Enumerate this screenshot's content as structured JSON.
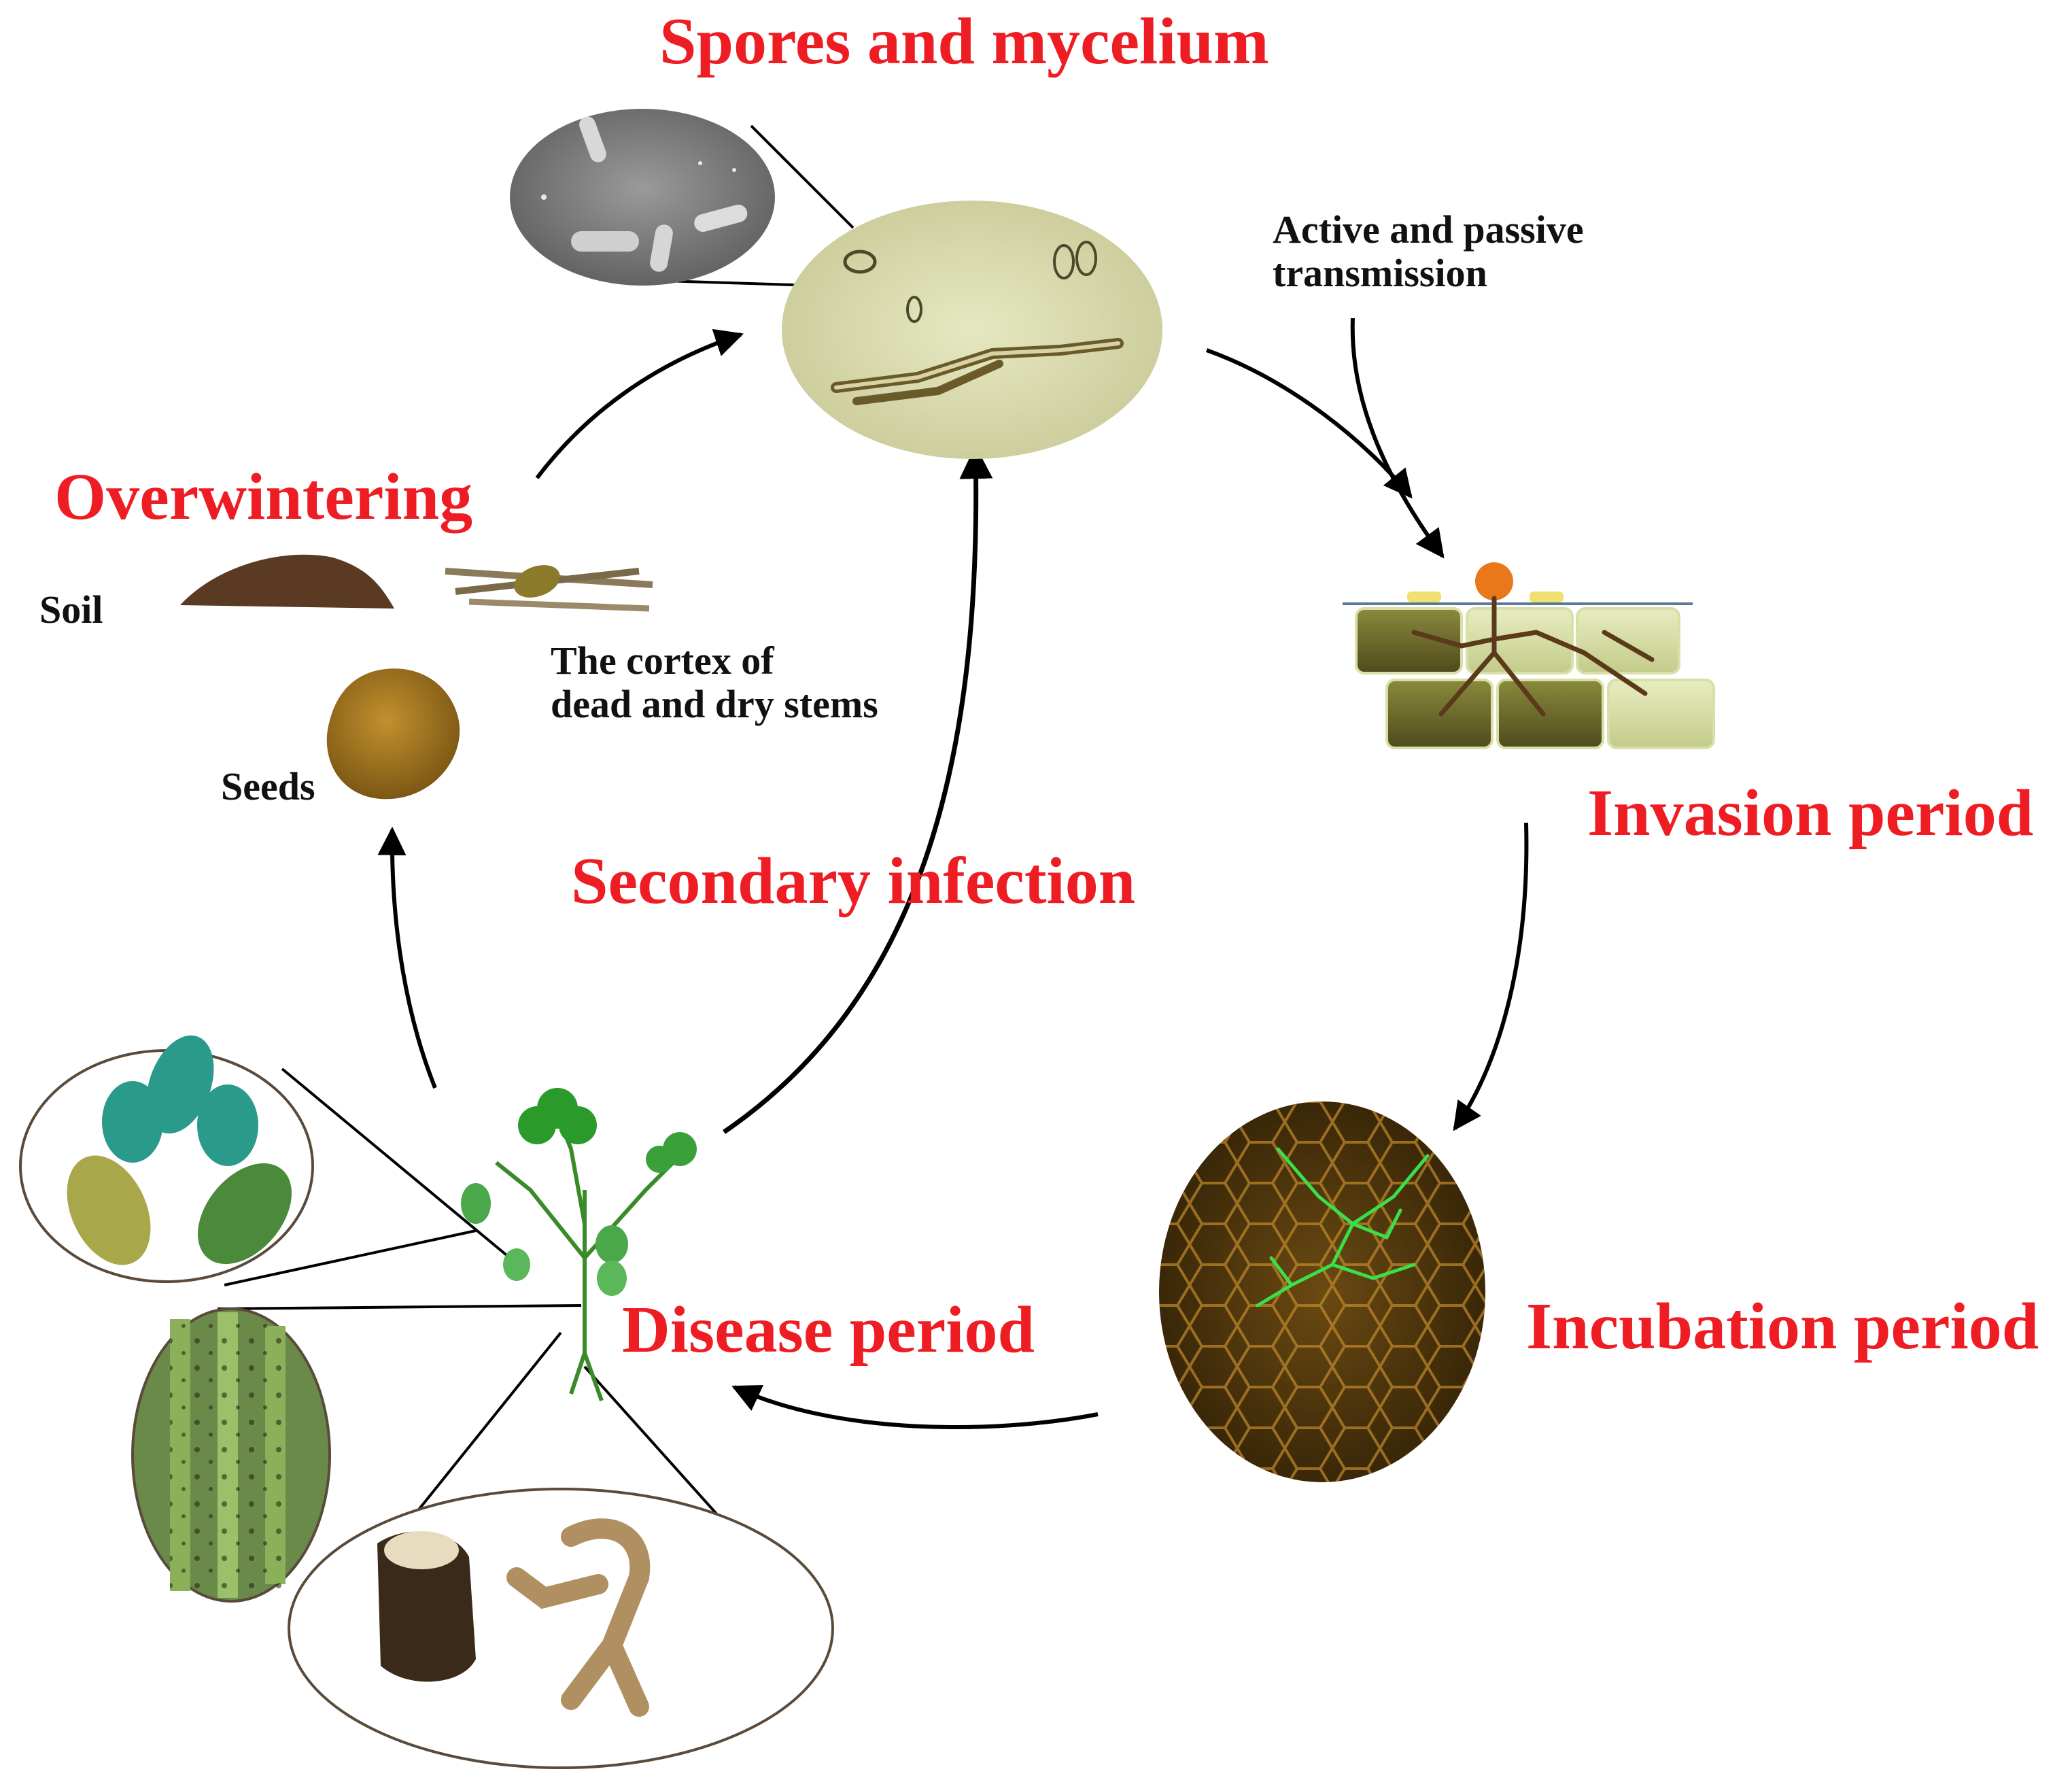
{
  "stages": {
    "spores": "Spores and mycelium",
    "overwintering": "Overwintering",
    "invasion": "Invasion period",
    "incubation": "Incubation period",
    "disease": "Disease period",
    "secondary": "Secondary infection"
  },
  "transmission": {
    "line1": "Active and passive",
    "line2": "transmission"
  },
  "sources": {
    "soil": "Soil",
    "cortex_line1": "The cortex of",
    "cortex_line2": "dead and dry stems",
    "seeds": "Seeds"
  },
  "colors": {
    "stage_label": "#ee1c23",
    "arrow": "#000000",
    "fluorescence": "#39e04a"
  }
}
